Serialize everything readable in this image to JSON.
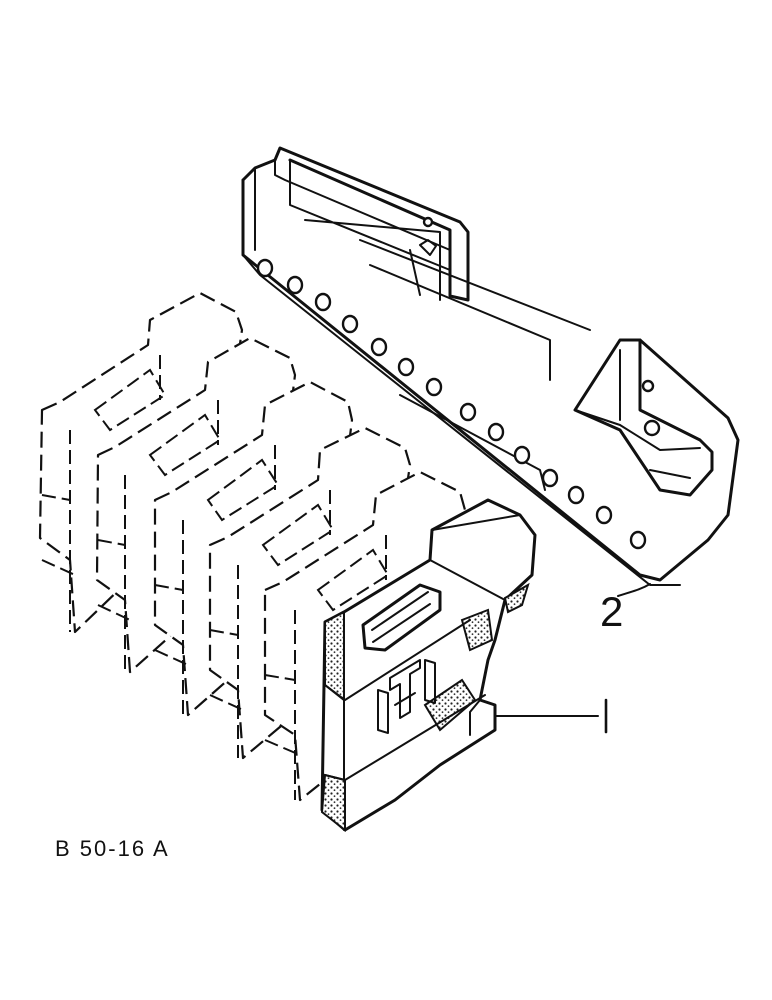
{
  "figure": {
    "drawing_code": "B 50-16 A",
    "callouts": [
      {
        "id": "callout-1",
        "label": "1"
      },
      {
        "id": "callout-2",
        "label": "2"
      }
    ]
  }
}
